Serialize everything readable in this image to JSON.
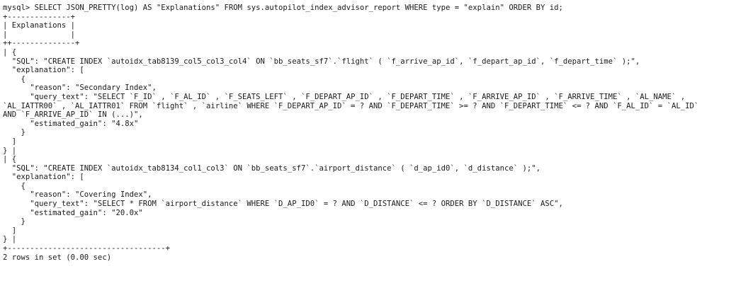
{
  "terminal": {
    "command_line": "mysql> SELECT JSON_PRETTY(log) AS \"Explanations\" FROM sys.autopilot_index_advisor_report WHERE type = \"explain\" ORDER BY id;",
    "table_border_top": "+--------------+",
    "table_header": "| Explanations |",
    "table_header_blank": "|              |",
    "table_header_separator": "++--------------+",
    "rows": [
      "| {",
      "  \"SQL\": \"CREATE INDEX `autoidx_tab8139_col5_col3_col4` ON `bb_seats_sf7`.`flight` ( `f_arrive_ap_id`, `f_depart_ap_id`, `f_depart_time` );\",",
      "  \"explanation\": [",
      "    {",
      "      \"reason\": \"Secondary Index\",",
      "      \"query_text\": \"SELECT `F_ID` , `F_AL_ID` , `F_SEATS_LEFT` , `F_DEPART_AP_ID` , `F_DEPART_TIME` , `F_ARRIVE_AP_ID` , `F_ARRIVE_TIME` , `AL_NAME` ,",
      "`AL_IATTR00` , `AL_IATTR01` FROM `flight` , `airline` WHERE `F_DEPART_AP_ID` = ? AND `F_DEPART_TIME` >= ? AND `F_DEPART_TIME` <= ? AND `F_AL_ID` = `AL_ID`",
      "AND `F_ARRIVE_AP_ID` IN (...)\",",
      "      \"estimated_gain\": \"4.8x\"",
      "    }",
      "  ]",
      "} |",
      "| {",
      "  \"SQL\": \"CREATE INDEX `autoidx_tab8134_col1_col3` ON `bb_seats_sf7`.`airport_distance` ( `d_ap_id0`, `d_distance` );\",",
      "  \"explanation\": [",
      "    {",
      "      \"reason\": \"Covering Index\",",
      "      \"query_text\": \"SELECT * FROM `airport_distance` WHERE `D_AP_ID0` = ? AND `D_DISTANCE` <= ? ORDER BY `D_DISTANCE` ASC\",",
      "      \"estimated_gain\": \"20.0x\"",
      "    }",
      "  ]",
      "} |"
    ],
    "table_border_bottom": "+-----------------------------------+",
    "row_count_text": "2 rows in set (0.00 sec)"
  }
}
